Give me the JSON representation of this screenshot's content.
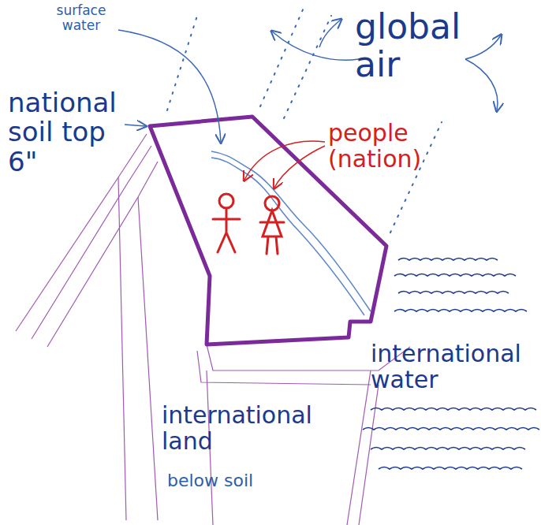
{
  "diagram": {
    "labels": [
      "global air",
      "surface water",
      "national soil top 6\"",
      "people (nation)",
      "international water",
      "international land",
      "below soil"
    ]
  }
}
